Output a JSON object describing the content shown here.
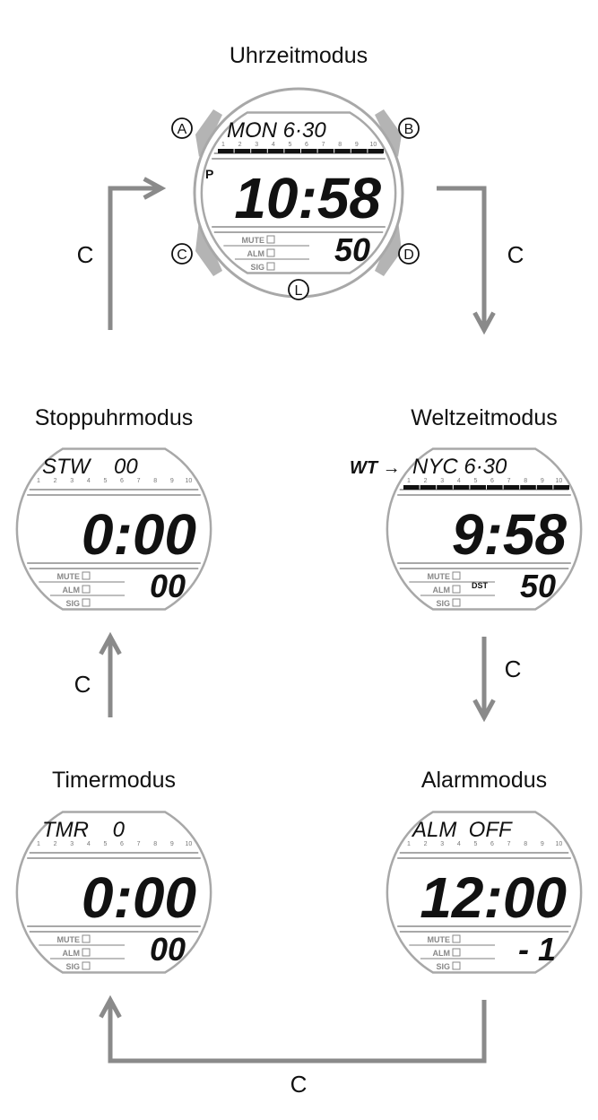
{
  "colors": {
    "outline": "#a8a8a8",
    "arrow": "#8a8a8a",
    "button": "#b4b4b4",
    "text": "#111111"
  },
  "indicator_labels": [
    "MUTE",
    "ALM",
    "SIG"
  ],
  "ticks": [
    "1",
    "2",
    "3",
    "4",
    "5",
    "6",
    "7",
    "8",
    "9",
    "10"
  ],
  "buttons": [
    "A",
    "B",
    "C",
    "D",
    "L"
  ],
  "arrow_label": "C",
  "faces": [
    {
      "title": "Uhrzeitmodus",
      "top": "MON 6·30",
      "bar": true,
      "pm": "P",
      "time": "10:58",
      "small": "50"
    },
    {
      "title": "Stoppuhrmodus",
      "top": "STW    00",
      "bar": false,
      "time": "0:00",
      "small": "00"
    },
    {
      "title": "Weltzeitmodus",
      "prefix": "WT →",
      "top": "NYC 6·30",
      "bar": true,
      "time": "9:58",
      "small": "50",
      "dst": "DST"
    },
    {
      "title": "Timermodus",
      "top": "TMR    0",
      "bar": false,
      "time": "0:00",
      "small": "00"
    },
    {
      "title": "Alarmmodus",
      "top": "ALM  OFF",
      "bar": false,
      "time": "12:00",
      "small": "- 1"
    }
  ]
}
